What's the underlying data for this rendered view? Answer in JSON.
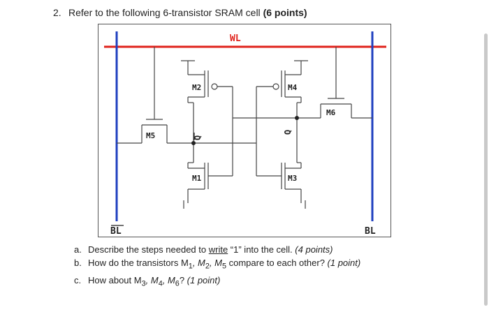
{
  "question": {
    "number": "2.",
    "text": "Refer to the following 6-transistor SRAM cell ",
    "points": "(6 points)"
  },
  "diagram": {
    "wl_label": "WL",
    "bl_bar_label": "BL",
    "bl_label": "BL",
    "transistors": {
      "m1": "M1",
      "m2": "M2",
      "m3": "M3",
      "m4": "M4",
      "m5": "M5",
      "m6": "M6"
    },
    "node_q_bar": "Q",
    "node_q": "Q",
    "colors": {
      "wordline": "#e0231c",
      "bitline": "#1f3fbf",
      "wire": "#444444"
    }
  },
  "sub_questions": [
    {
      "letter": "a.",
      "pre": "Describe the steps needed to ",
      "underlined": "write",
      "post": " “1” into the cell. ",
      "points": "(4 points)"
    },
    {
      "letter": "b.",
      "pre": "How do the transistors M",
      "subs": [
        "1",
        "2",
        "5"
      ],
      "post": " compare to each other? ",
      "points": "(1 point)"
    },
    {
      "letter": "c.",
      "pre": "How about M",
      "subs": [
        "3",
        "4",
        "6"
      ],
      "post": "? ",
      "points": "(1 point)"
    }
  ]
}
